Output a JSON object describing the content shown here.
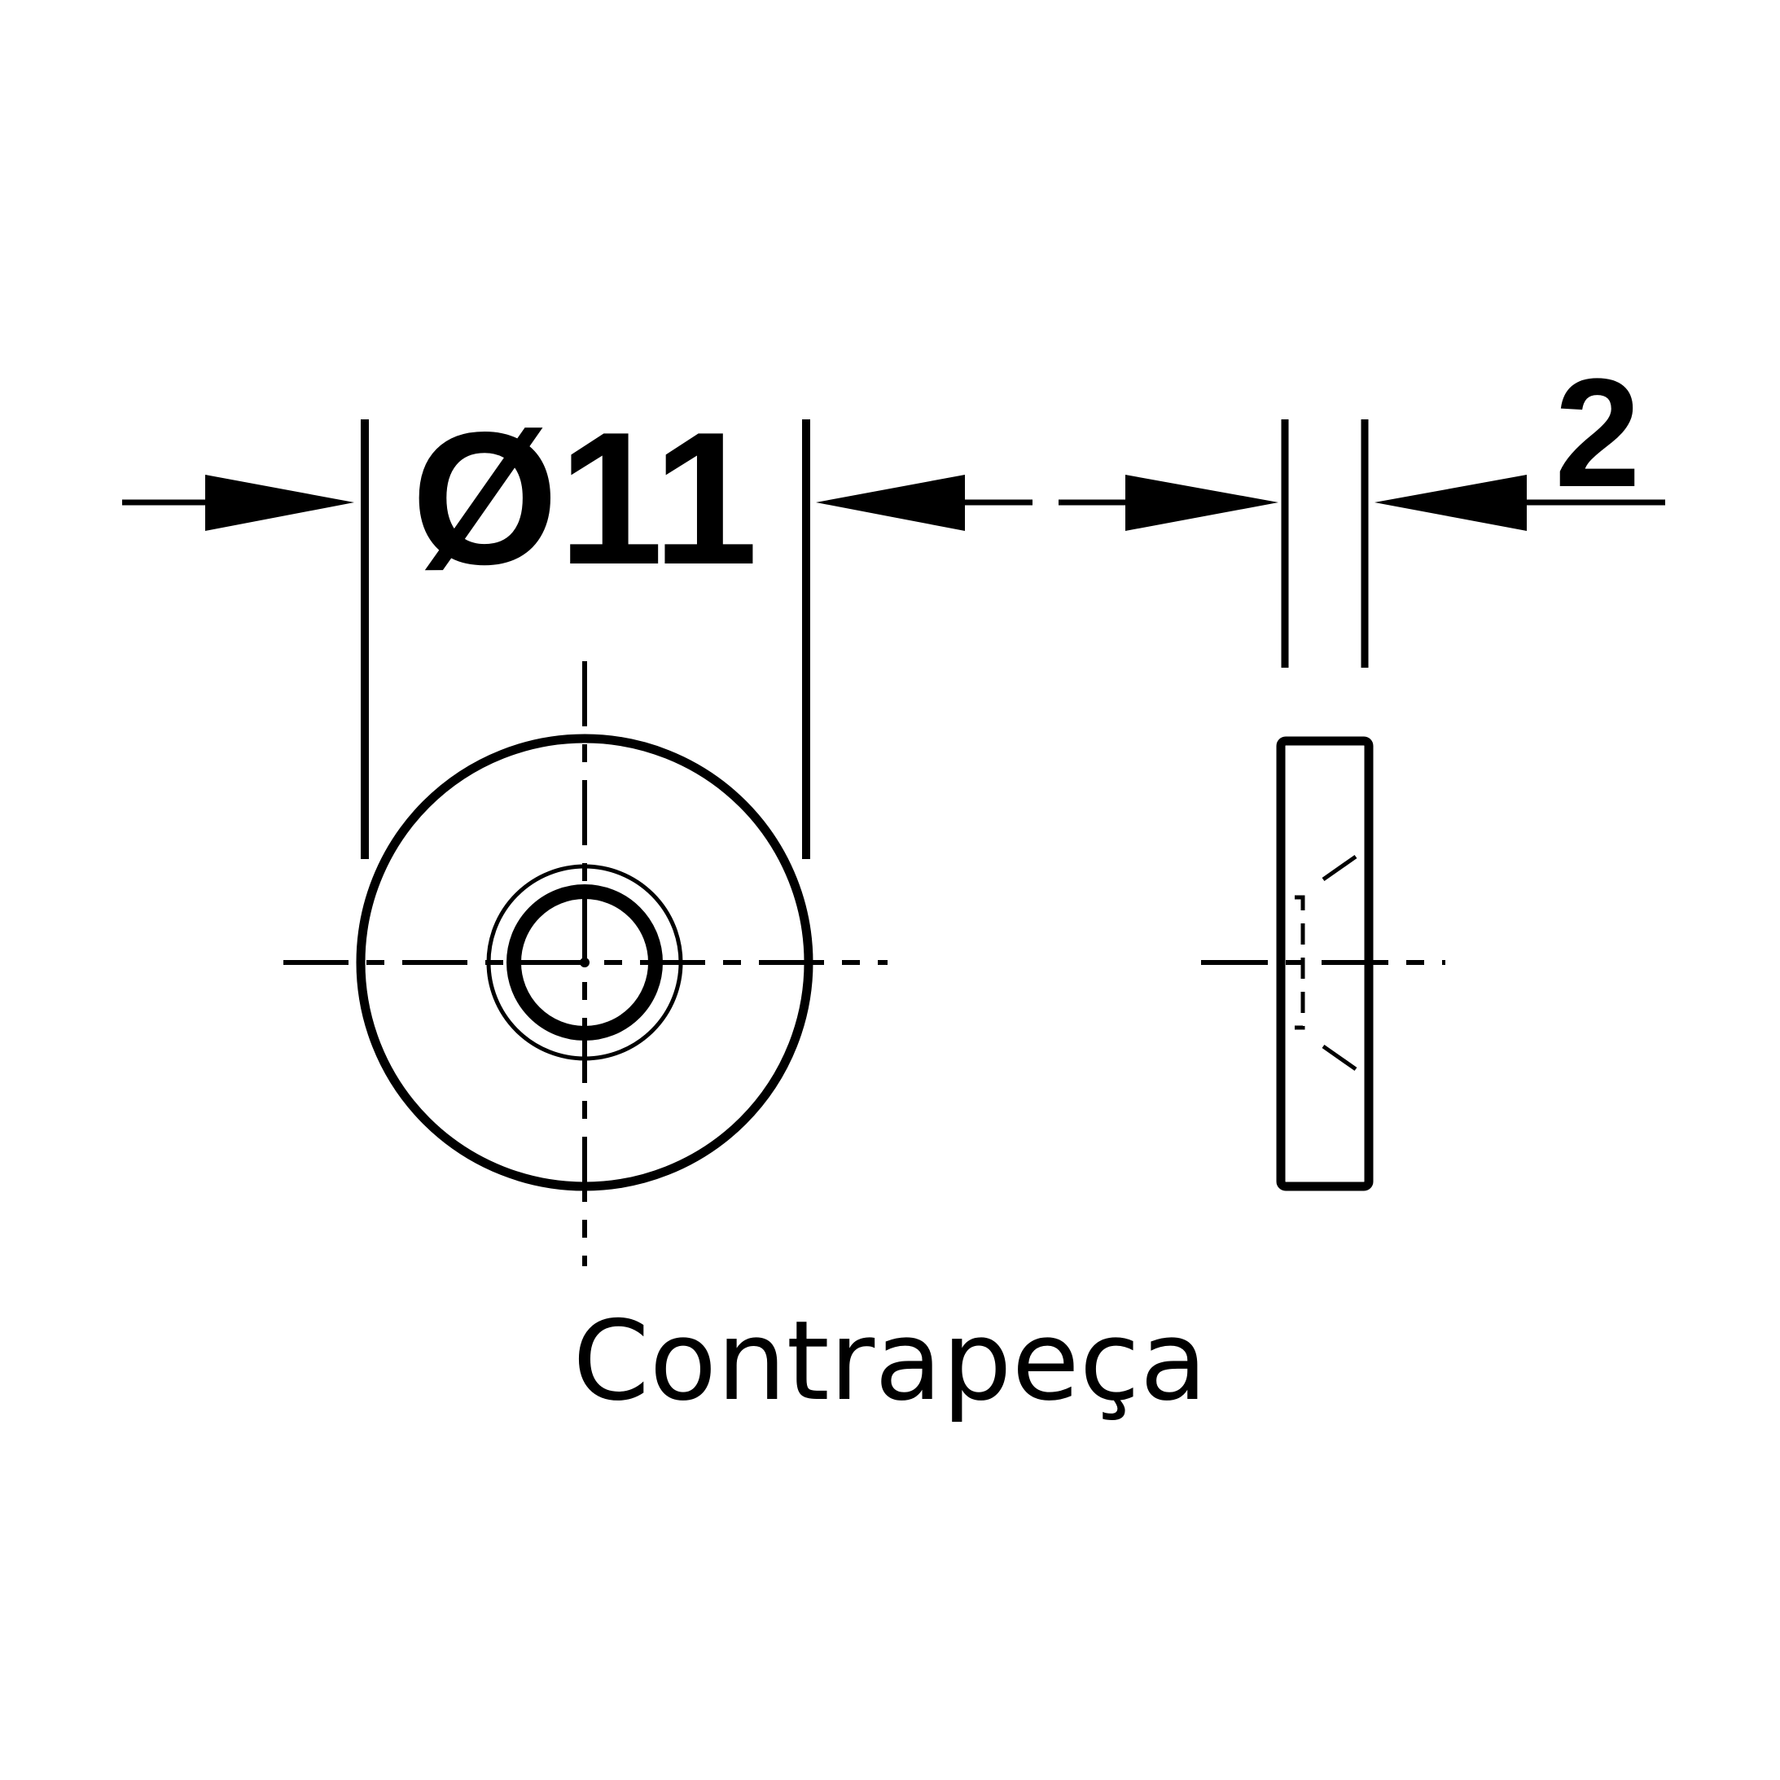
{
  "dimensions": {
    "diameter": "Ø11",
    "thickness": "2"
  },
  "caption": "Contrapeça",
  "colors": {
    "line": "#000000",
    "background": "#ffffff"
  }
}
